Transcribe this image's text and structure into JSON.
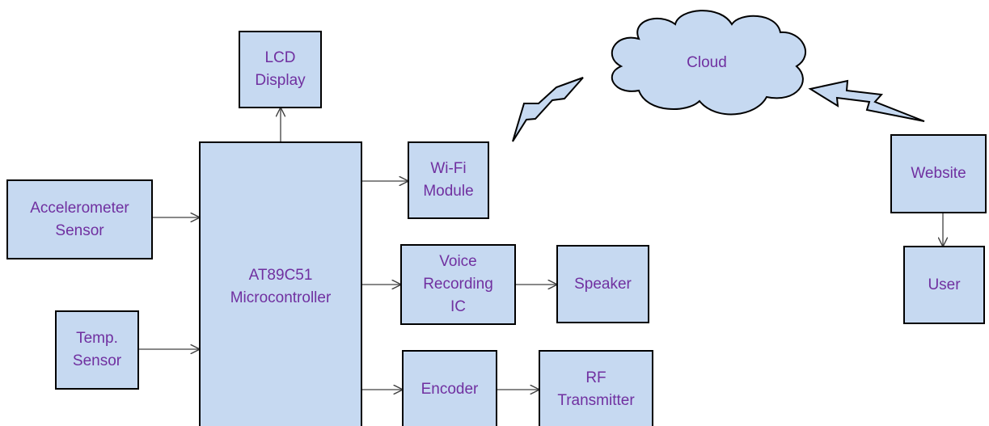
{
  "blocks": {
    "lcd_display": "LCD\nDisplay",
    "microcontroller": "AT89C51\nMicrocontroller",
    "accelerometer_sensor": "Accelerometer\nSensor",
    "temp_sensor": "Temp.\nSensor",
    "wifi_module": "Wi-Fi\nModule",
    "voice_recording_ic": "Voice\nRecording\nIC",
    "speaker": "Speaker",
    "encoder": "Encoder",
    "rf_transmitter": "RF\nTransmitter",
    "cloud": "Cloud",
    "website": "Website",
    "user": "User"
  },
  "colors": {
    "block_fill": "#c6d9f1",
    "block_border": "#000000",
    "label_text": "#7030a0",
    "wire": "#404040"
  }
}
